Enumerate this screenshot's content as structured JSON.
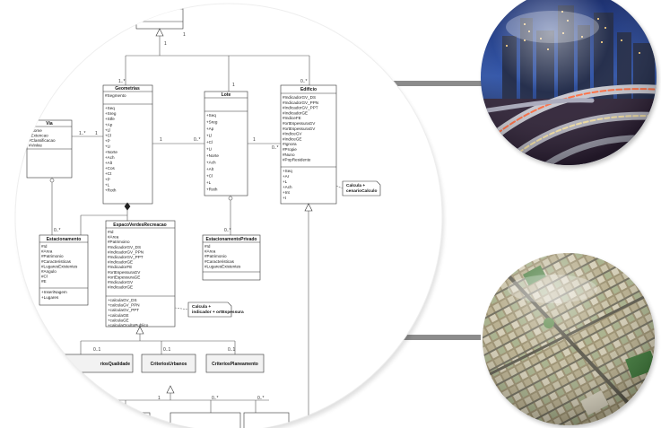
{
  "diagram": {
    "classes": {
      "top": {
        "title": ""
      },
      "geometrias": {
        "title": "Geometrias",
        "attrs": [
          "#Segmento",
          "+Seq",
          "+Sreg",
          "+Stfe",
          "+Ap",
          "+Ll",
          "+Cl",
          "+P",
          "+Li",
          "+Norte",
          "+Ach",
          "+Alt",
          "+Cos",
          "+Ct",
          "+P",
          "+L",
          "+Roth"
        ]
      },
      "lote": {
        "title": "Lote",
        "attrs": [
          "+Seq",
          "+Sreg",
          "+Ap",
          "+Ll",
          "+Cl",
          "+Li",
          "+Norte",
          "+Ach",
          "+Alt",
          "+Cl",
          "+L",
          "+Roth"
        ]
      },
      "edificio": {
        "title": "Edificio",
        "attrs": [
          "#IndicadorGV_DS",
          "#IndicadorGV_PPN",
          "#IndicadorGV_PPT",
          "#IndicadorGE",
          "#IndiceFE",
          "#ortEspessuraGV",
          "#ortEspessuraGV",
          "#IndiceGV",
          "#IndiceGE",
          "#Ignora",
          "#Propie",
          "#Nuno",
          "#PopResidente"
        ],
        "methods": [
          "+Seq",
          "+Ar",
          "+L",
          "+Ach",
          "+Int",
          "+t"
        ]
      },
      "via": {
        "title": "Via",
        "attrs": [
          "#Nome",
          "#Extencao",
          "#Classificacao",
          "#Vinkie"
        ]
      },
      "espaco": {
        "title": "EspacoVerdesRecreacao",
        "attrs": [
          "#Id",
          "#Area",
          "#Patrimoino",
          "#IndicadorGV_DS",
          "#IndicadorGV_PPN",
          "#IndicadorGV_PPT",
          "#IndicadorGE",
          "#IndicadorFE",
          "#ortEspessuraGV",
          "#ortEspessuraGE",
          "#IndicadorGV",
          "#IndicadorGE"
        ],
        "methods": [
          "+calculaGV_DS",
          "+calculaGV_PPN",
          "+calculaGV_PPT",
          "+calculaGE",
          "+calculaGE",
          "+calculaOcultoPublico"
        ]
      },
      "estacionamento": {
        "title": "Estacionamento",
        "attrs": [
          "#Id",
          "#Area",
          "#Patrimonio",
          "#Caracteristicas",
          "#LugaresExistentes",
          "#Angulo",
          "#Cl",
          "#E"
        ],
        "methods": [
          "+InseriNagem",
          "+Lugares"
        ]
      },
      "estPrivado": {
        "title": "EstacionamentoPrivado",
        "attrs": [
          "#Id",
          "#Area",
          "#Patrimonio",
          "#Caracteristicas",
          "#LugaresExistentes"
        ]
      }
    },
    "notes": {
      "edificio": "Calcula + cenarioCalculo",
      "espaco": "Calcula + indicador + ortEspessura"
    },
    "subclasses": [
      "riosQualidade",
      "CriteriosUrbanos",
      "CriteriosPlaneamento"
    ],
    "multiplicities": {
      "top_left": "1",
      "top_right": "1",
      "geo_top": "1..*",
      "edi_top": "0..*",
      "lote_top": "1",
      "via_geo_a": "1..*",
      "via_geo_b": "1",
      "geo_lote_a": "1",
      "geo_lote_b": "0..*",
      "lote_edi_a": "1",
      "lote_edi_b": "0..*",
      "est": "0..*",
      "estp": "0..*",
      "sub1": "0..1",
      "sub2": "0..1",
      "sub3": "0..1",
      "b1": "1",
      "b2": "0..*",
      "b3": "0..*"
    }
  },
  "photos": {
    "city_icon": "city-night-highway-photo",
    "aerial_icon": "aerial-urban-map-photo"
  },
  "colors": {
    "connector": "#8c8c8c",
    "line": "#555555"
  }
}
